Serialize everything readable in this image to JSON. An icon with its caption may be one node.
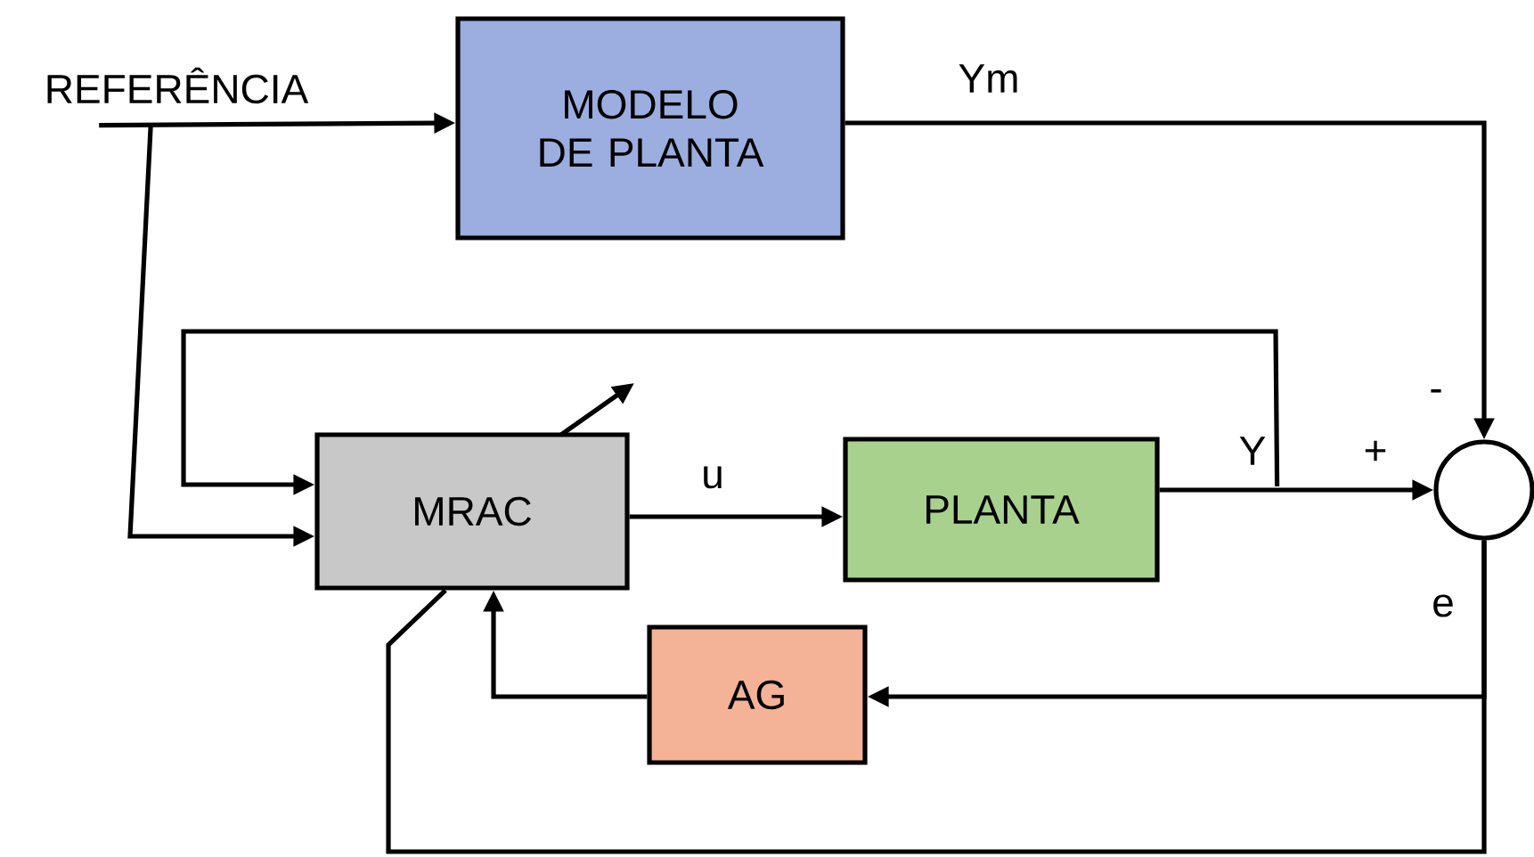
{
  "diagram": {
    "nodes": [
      {
        "text": [
          "REFERÊNCIA"
        ]
      },
      {
        "text": [
          "MODELO DE PLANTA"
        ]
      },
      {
        "text": [
          "MRAC"
        ]
      },
      {
        "text": [
          "PLANTA"
        ]
      },
      {
        "text": [
          "AG"
        ]
      },
      {
        "text": [],
        "shape": "circle"
      }
    ],
    "edges": [
      {
        "from": 0,
        "to": 1,
        "arrow": "to"
      },
      {
        "from": 0,
        "to": 2,
        "arrow": "to"
      },
      {
        "from": 1,
        "to": 5,
        "arrow": "to",
        "label": "Ym"
      },
      {
        "from": 2,
        "to": 3,
        "arrow": "to",
        "label": "u"
      },
      {
        "from": 3,
        "to": 5,
        "arrow": "to",
        "label": "Y"
      },
      {
        "from": 3,
        "to": 2,
        "arrow": "to"
      },
      {
        "from": 5,
        "to": 4,
        "arrow": "to",
        "label": "e"
      },
      {
        "from": 4,
        "to": 2,
        "arrow": "to"
      },
      {
        "from": 5,
        "to": 2,
        "arrow": "none"
      }
    ],
    "labels": [
      "-",
      "+"
    ]
  }
}
